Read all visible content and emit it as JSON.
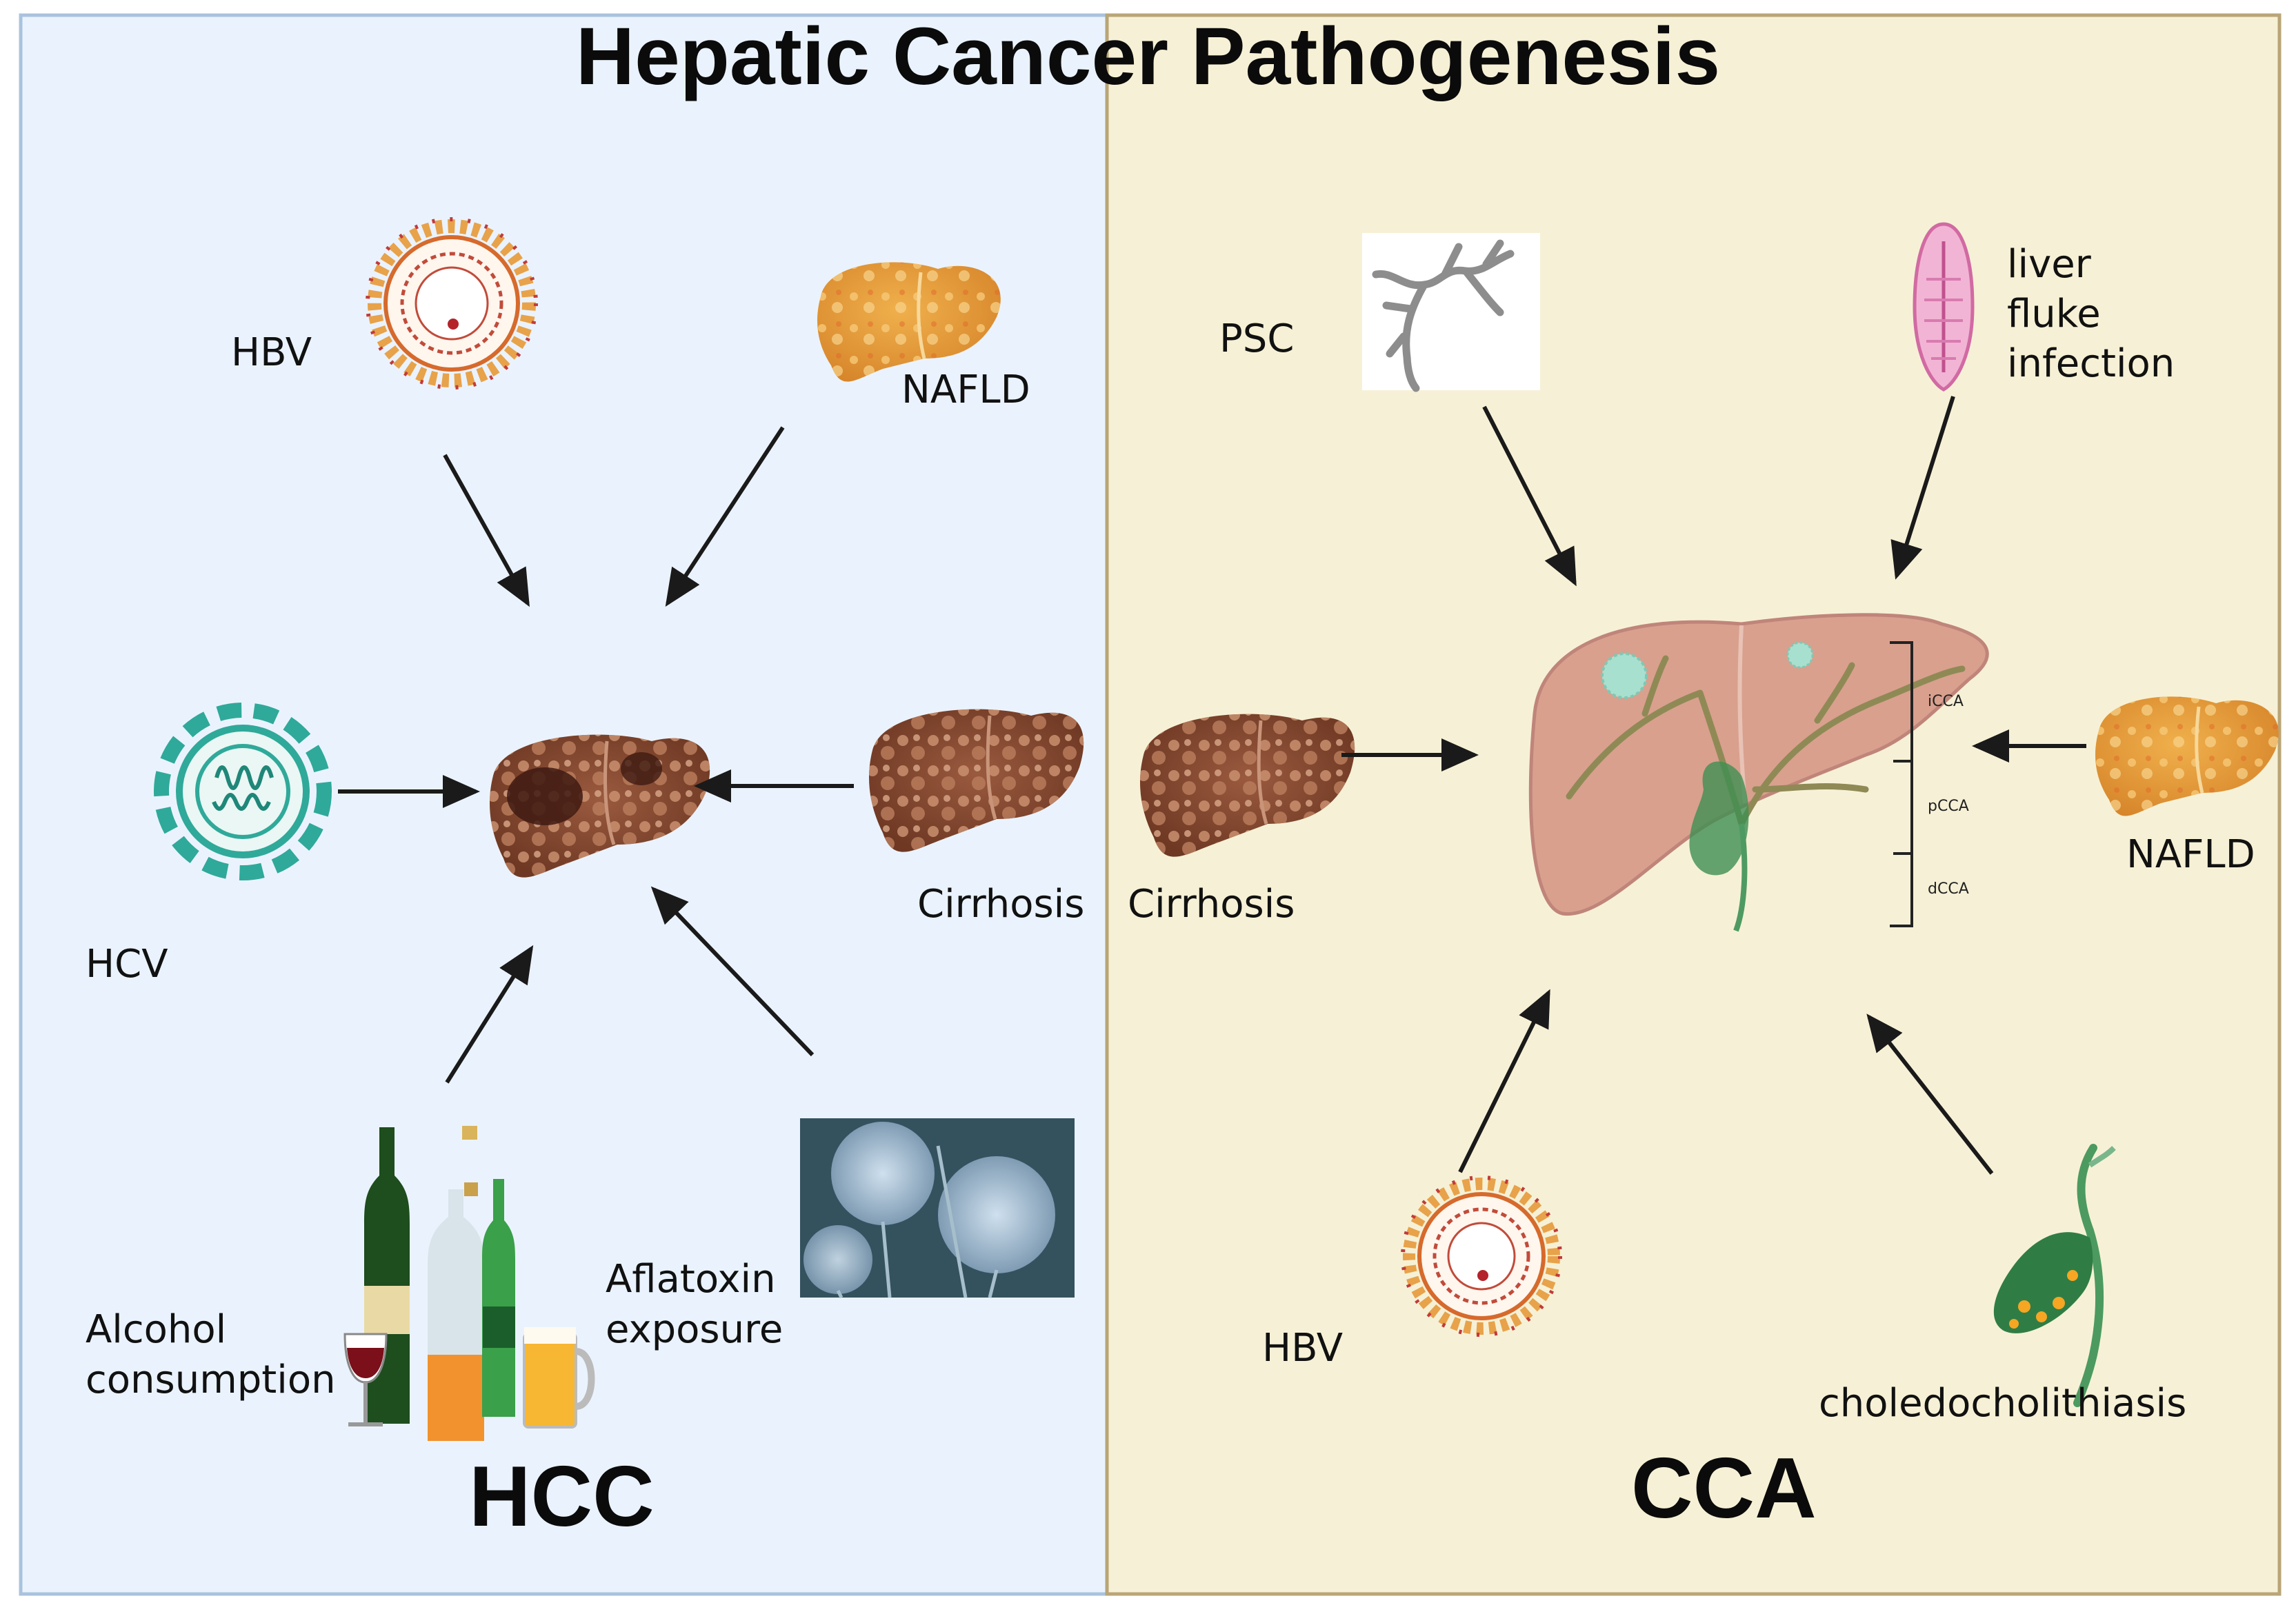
{
  "title": "Hepatic Cancer Pathogenesis",
  "panels": {
    "hcc": {
      "label": "HCC",
      "bg": "#eaf3fd",
      "border": "#a9c3de",
      "factors": {
        "hbv": "HBV",
        "nafld": "NAFLD",
        "hcv": "HCV",
        "cirrhosis": "Cirrhosis",
        "alcohol_line1": "Alcohol",
        "alcohol_line2": "consumption",
        "aflatoxin_line1": "Aflatoxin",
        "aflatoxin_line2": "exposure"
      }
    },
    "cca": {
      "label": "CCA",
      "bg": "#f6f1d6",
      "border": "#b9a577",
      "factors": {
        "psc": "PSC",
        "fluke_line1": "liver",
        "fluke_line2": "fluke",
        "fluke_line3": "infection",
        "cirrhosis": "Cirrhosis",
        "nafld": "NAFLD",
        "hbv": "HBV",
        "choledocholithiasis": "choledocholithiasis"
      },
      "subtypes": {
        "icca": "iCCA",
        "pcca": "pCCA",
        "dcca": "dCCA"
      }
    }
  },
  "icons": [
    "hbv-virus-icon",
    "fatty-liver-icon",
    "hcv-virus-icon",
    "cirrhotic-liver-icon",
    "tumor-liver-icon",
    "alcohol-bottles-icon",
    "aspergillus-mold-icon",
    "bile-duct-stricture-icon",
    "liver-fluke-icon",
    "liver-biliary-tree-icon",
    "gallbladder-stones-icon"
  ],
  "colors": {
    "arrow": "#1a1a1a",
    "cirrhosis_liver": "#8b4a33",
    "fatty_liver": "#e39a3a",
    "hcv_teal": "#2fa99a",
    "cca_liver": "#d9a08e",
    "gallbladder": "#3f8e52"
  }
}
